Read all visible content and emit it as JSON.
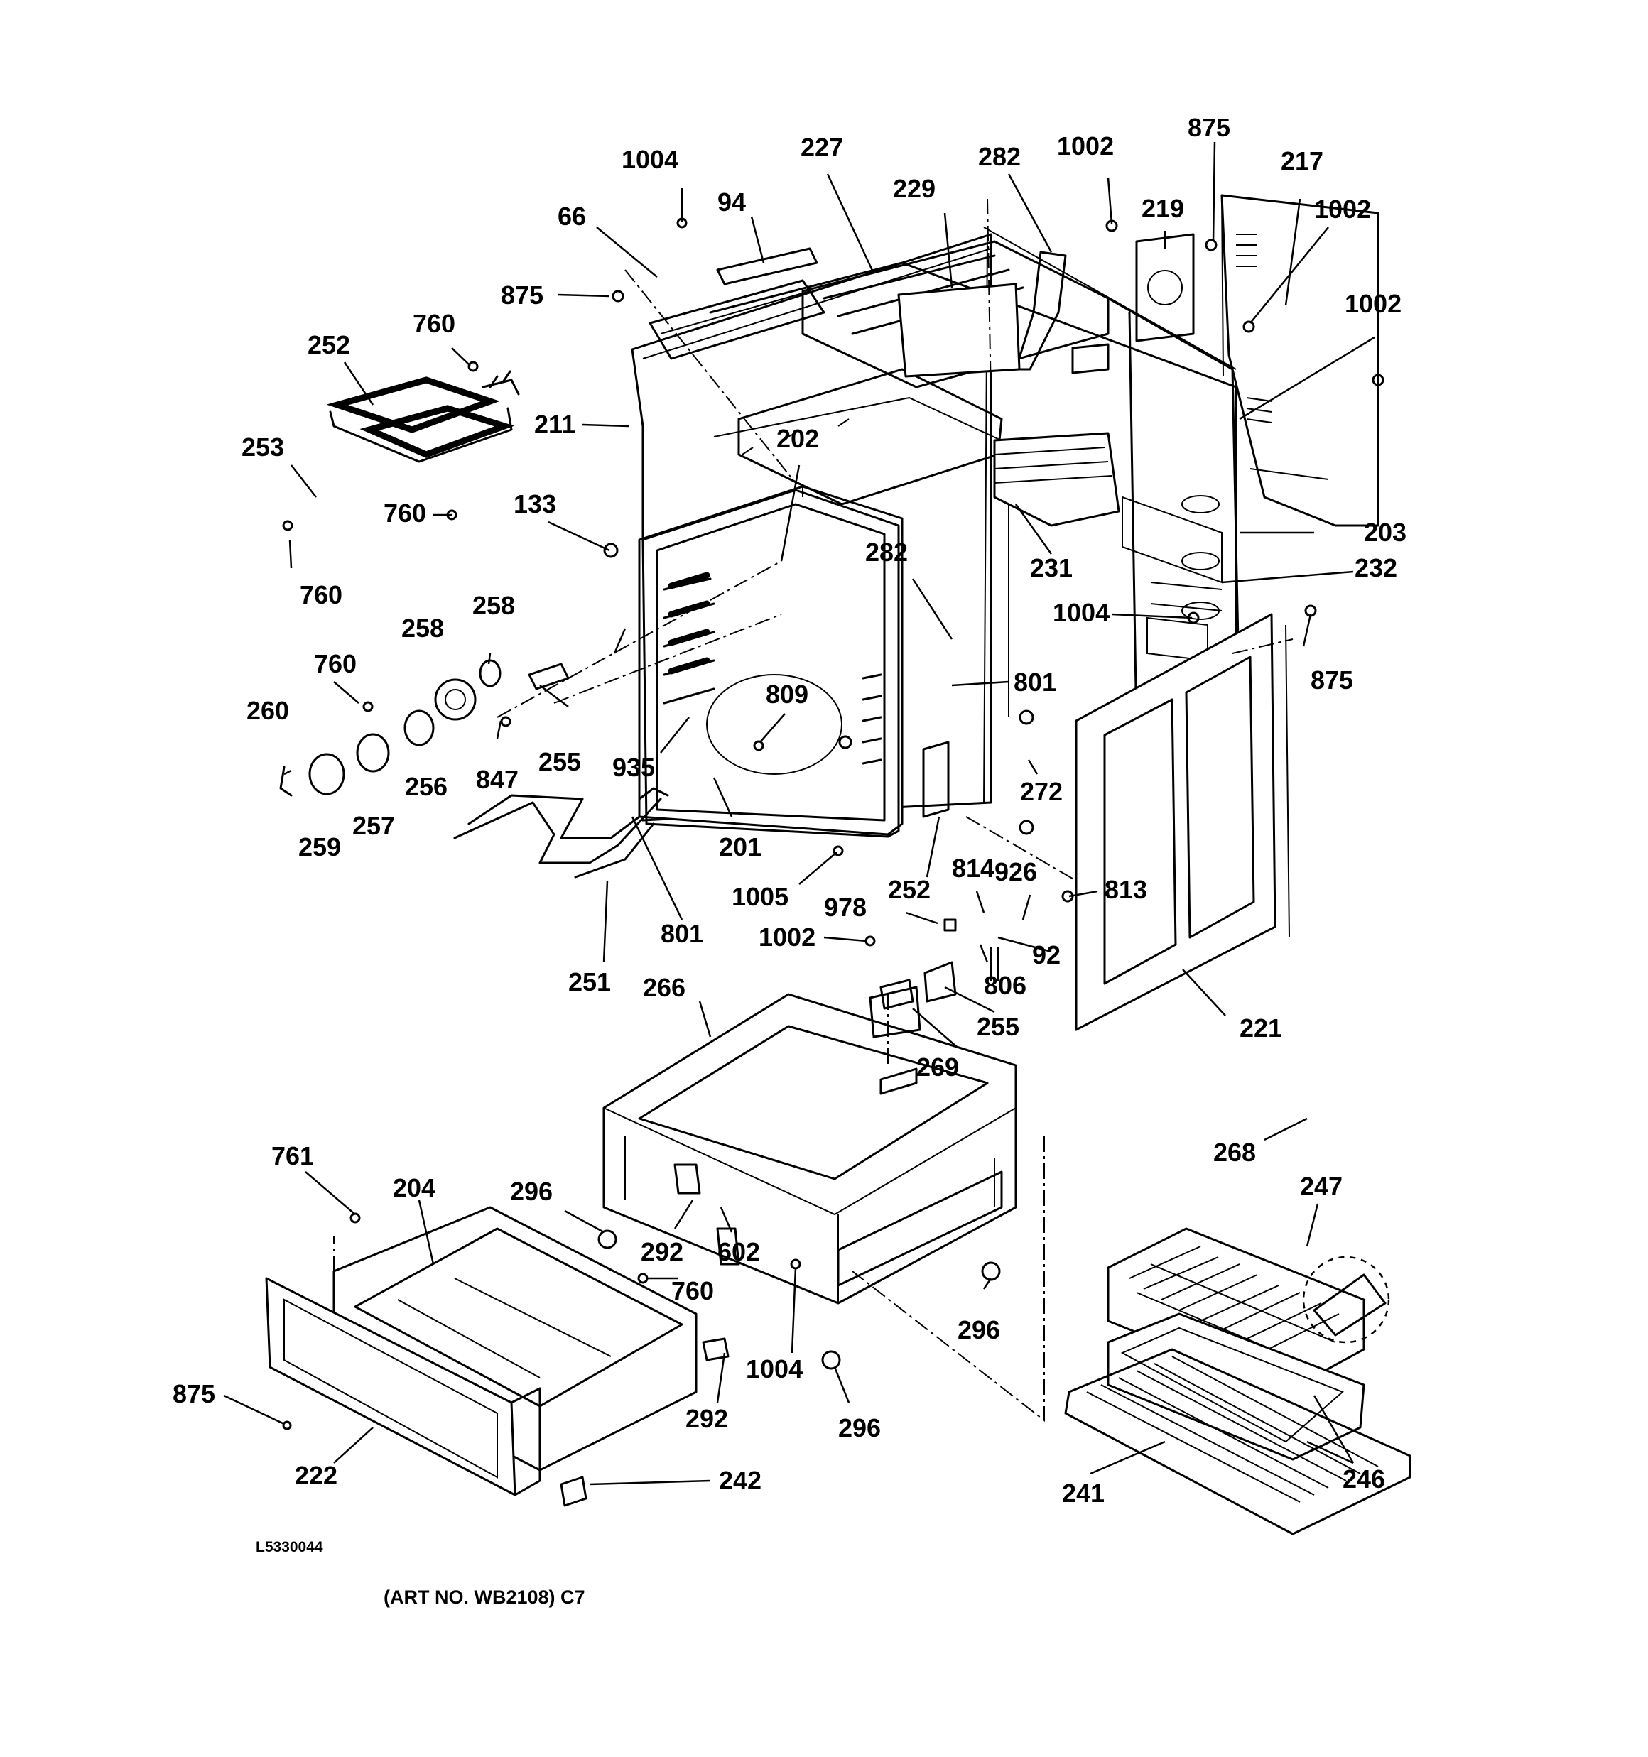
{
  "diagram": {
    "drawing_number": "L5330044",
    "caption": "(ART NO. WB2108) C7",
    "callouts": [
      "1004",
      "227",
      "282",
      "1002",
      "875",
      "217",
      "229",
      "94",
      "66",
      "219",
      "1002",
      "875",
      "1002",
      "760",
      "252",
      "211",
      "253",
      "202",
      "760",
      "133",
      "203",
      "282",
      "231",
      "232",
      "760",
      "1004",
      "258",
      "258",
      "875",
      "760",
      "801",
      "260",
      "809",
      "255",
      "256",
      "847",
      "935",
      "272",
      "257",
      "259",
      "201",
      "252",
      "814",
      "926",
      "1005",
      "978",
      "813",
      "801",
      "1002",
      "92",
      "806",
      "251",
      "266",
      "255",
      "221",
      "269",
      "268",
      "761",
      "204",
      "296",
      "247",
      "292",
      "602",
      "760",
      "296",
      "875",
      "1004",
      "292",
      "296",
      "222",
      "242",
      "241",
      "246"
    ]
  }
}
